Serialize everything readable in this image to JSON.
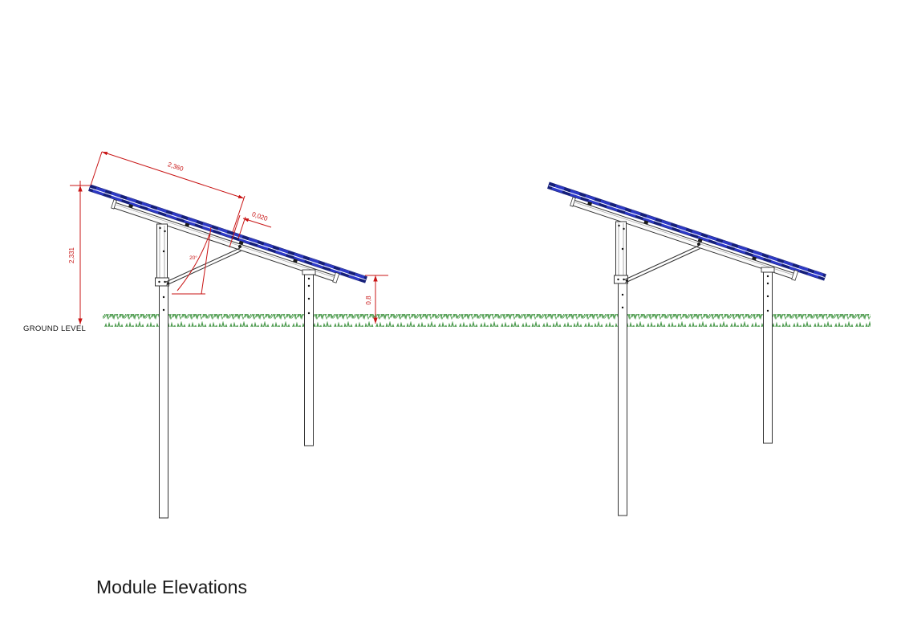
{
  "title": "Module Elevations",
  "ground_label": "GROUND LEVEL",
  "dimensions": {
    "module_length": "2,360",
    "module_gap": "0,020",
    "panel_top_height": "2,331",
    "panel_bottom_height": "0,8",
    "tilt_angle": "20°"
  },
  "colors": {
    "dimension_red": "#c81414",
    "panel_blue": "#2c38c7",
    "panel_dark_blue": "#141e77",
    "structure_outline": "#333333",
    "grass_green": "#4e9b50",
    "text_black": "#1b1b1b"
  }
}
